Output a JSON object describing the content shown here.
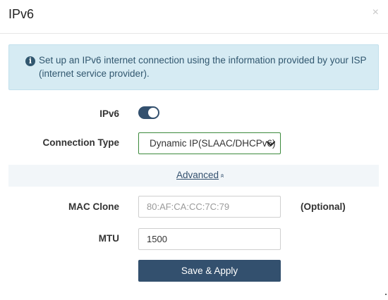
{
  "dialog": {
    "title": "IPv6",
    "close_glyph": "×"
  },
  "info": {
    "icon": "info-circle-icon",
    "icon_glyph": "i",
    "text": "Set up an IPv6 internet connection using the information provided by your ISP (internet service provider)."
  },
  "form": {
    "ipv6": {
      "label": "IPv6",
      "enabled": true
    },
    "connection_type": {
      "label": "Connection Type",
      "selected": "Dynamic IP(SLAAC/DHCPv6)"
    },
    "advanced": {
      "label": "Advanced",
      "icon": "double-chevron-up-icon",
      "glyph": "»",
      "expanded": true
    },
    "mac_clone": {
      "label": "MAC Clone",
      "placeholder": "80:AF:CA:CC:7C:79",
      "value": "",
      "hint": "(Optional)"
    },
    "mtu": {
      "label": "MTU",
      "value": "1500"
    },
    "submit_label": "Save & Apply"
  },
  "colors": {
    "primary": "#33506e",
    "info_bg": "#d6ebf3",
    "info_text": "#31576f",
    "select_border": "#3c8a3c"
  }
}
